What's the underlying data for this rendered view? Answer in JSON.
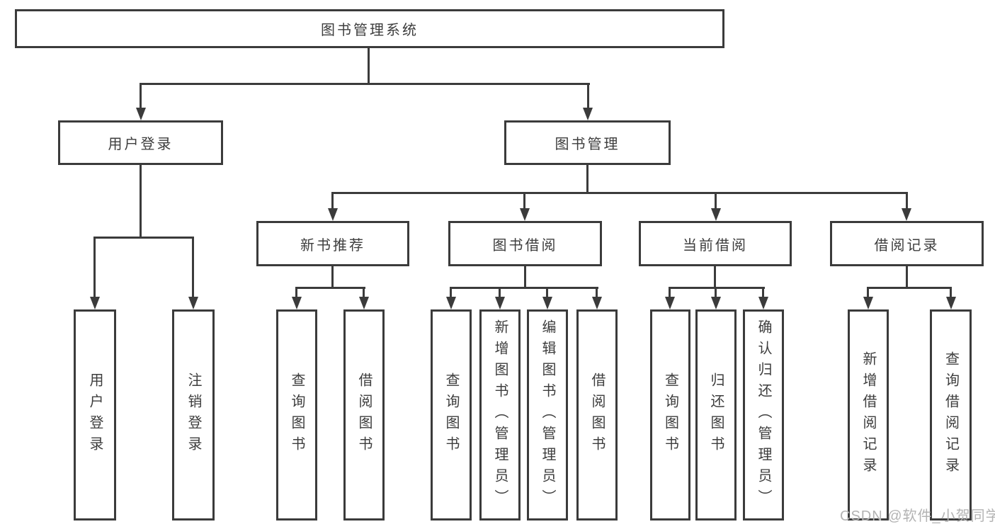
{
  "diagram": {
    "root": {
      "label": "图书管理系统"
    },
    "branches": [
      {
        "label": "用户登录",
        "children": [
          {
            "label": "用户登录"
          },
          {
            "label": "注销登录"
          }
        ]
      },
      {
        "label": "图书管理",
        "children": [
          {
            "label": "新书推荐",
            "children": [
              {
                "label": "查询图书"
              },
              {
                "label": "借阅图书"
              }
            ]
          },
          {
            "label": "图书借阅",
            "children": [
              {
                "label": "查询图书"
              },
              {
                "label": "新增图书（管理员）"
              },
              {
                "label": "编辑图书（管理员）"
              },
              {
                "label": "借阅图书"
              }
            ]
          },
          {
            "label": "当前借阅",
            "children": [
              {
                "label": "查询图书"
              },
              {
                "label": "归还图书"
              },
              {
                "label": "确认归还（管理员）"
              }
            ]
          },
          {
            "label": "借阅记录",
            "children": [
              {
                "label": "新增借阅记录"
              },
              {
                "label": "查询借阅记录"
              }
            ]
          }
        ]
      }
    ]
  },
  "watermark": {
    "text": "CSDN @软件_小贺同学"
  },
  "colors": {
    "line": "#3b3b3b",
    "text": "#3d3d3d",
    "watermark": "#b3b3b3",
    "background": "#ffffff"
  }
}
